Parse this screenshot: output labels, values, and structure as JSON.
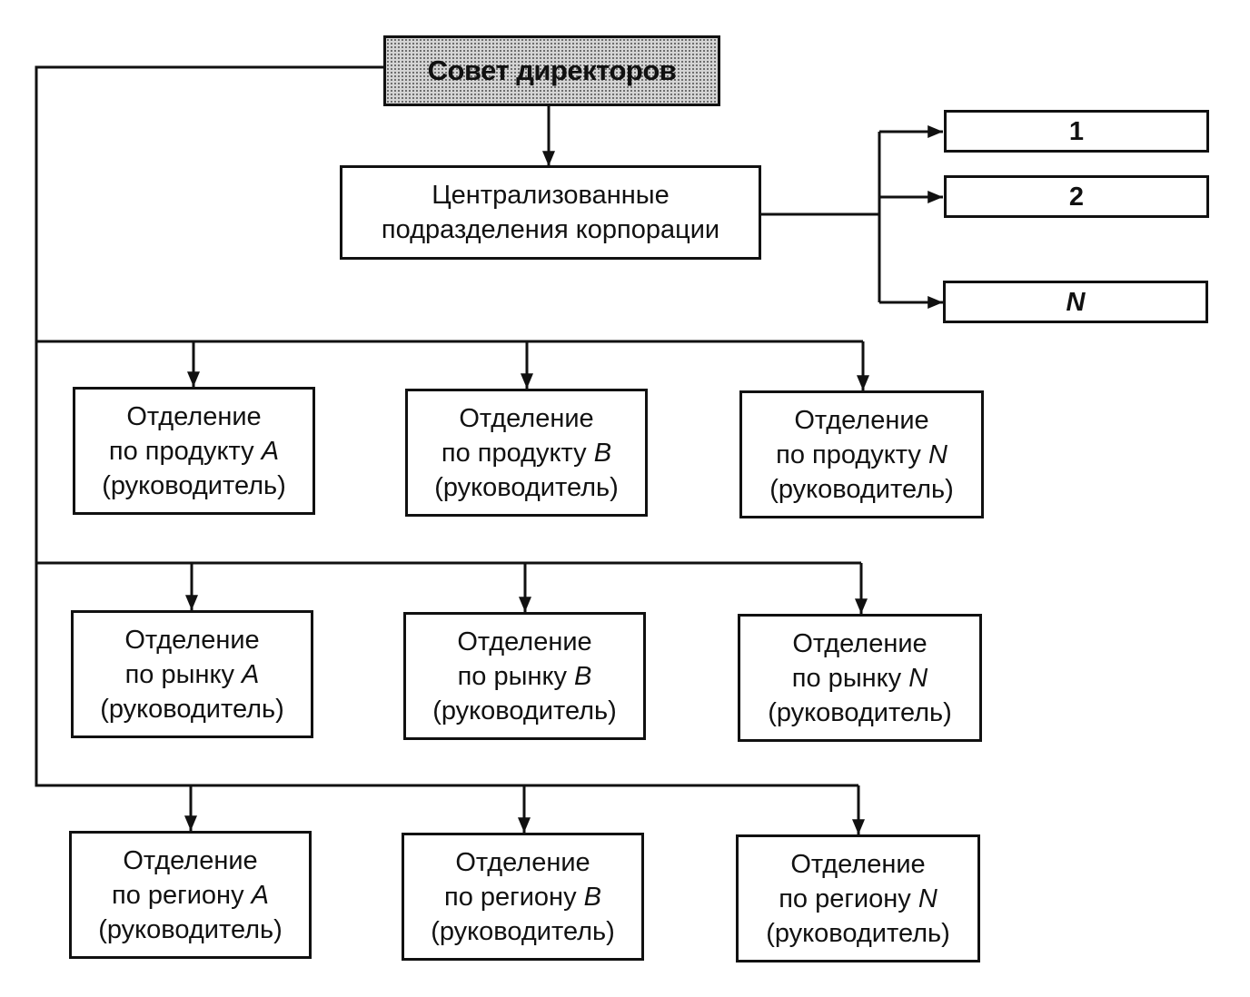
{
  "diagram": {
    "board": "Совет директоров",
    "central": {
      "line1": "Централизованные",
      "line2": "подразделения корпорации"
    },
    "functional_units": [
      "1",
      "2",
      "N"
    ],
    "divisions": {
      "product": [
        {
          "line1": "Отделение",
          "line2": "по продукту",
          "suffix": "A",
          "line3": "(руководитель)"
        },
        {
          "line1": "Отделение",
          "line2": "по продукту",
          "suffix": "B",
          "line3": "(руководитель)"
        },
        {
          "line1": "Отделение",
          "line2": "по продукту",
          "suffix": "N",
          "line3": "(руководитель)"
        }
      ],
      "market": [
        {
          "line1": "Отделение",
          "line2": "по рынку",
          "suffix": "A",
          "line3": "(руководитель)"
        },
        {
          "line1": "Отделение",
          "line2": "по рынку",
          "suffix": "B",
          "line3": "(руководитель)"
        },
        {
          "line1": "Отделение",
          "line2": "по рынку",
          "suffix": "N",
          "line3": "(руководитель)"
        }
      ],
      "region": [
        {
          "line1": "Отделение",
          "line2": "по региону",
          "suffix": "A",
          "line3": "(руководитель)"
        },
        {
          "line1": "Отделение",
          "line2": "по региону",
          "suffix": "B",
          "line3": "(руководитель)"
        },
        {
          "line1": "Отделение",
          "line2": "по региону",
          "suffix": "N",
          "line3": "(руководитель)"
        }
      ]
    }
  }
}
